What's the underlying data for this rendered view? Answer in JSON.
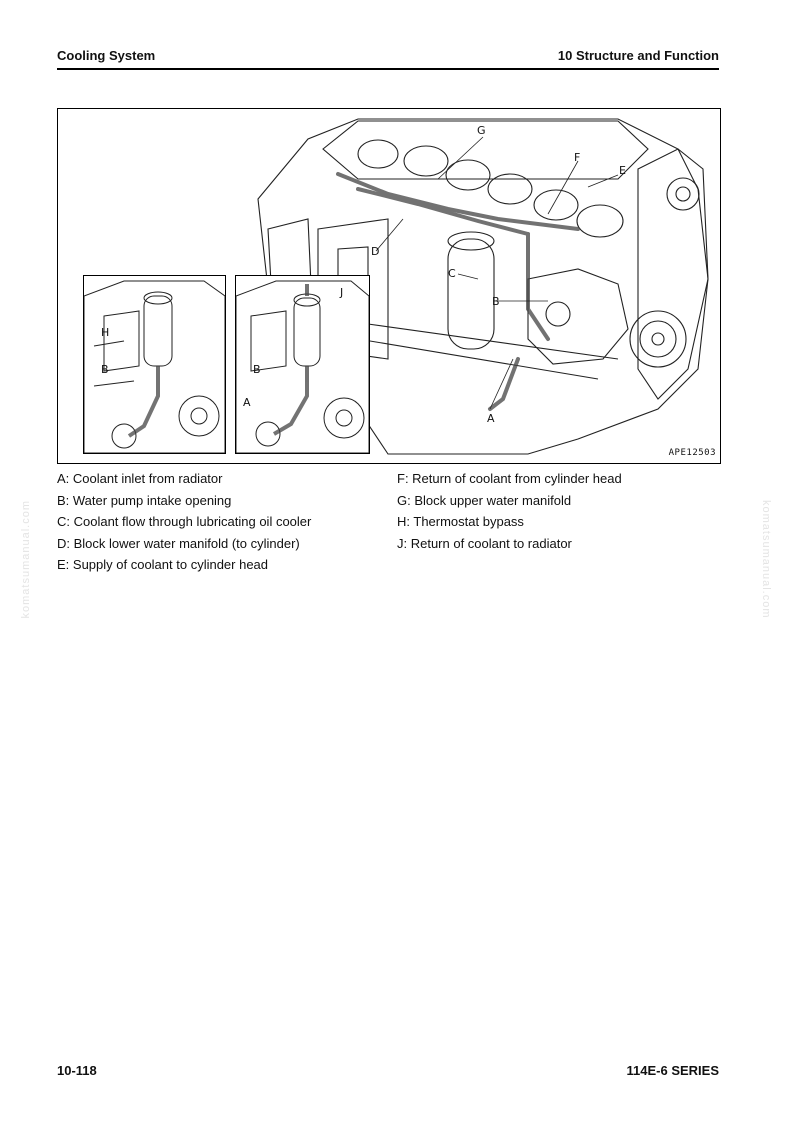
{
  "header": {
    "section": "Cooling System",
    "chapter": "10 Structure and Function"
  },
  "figure": {
    "code": "APE12503",
    "callouts": {
      "a": "A",
      "b": "B",
      "c": "C",
      "d": "D",
      "e": "E",
      "f": "F",
      "g": "G",
      "h": "H",
      "j": "J"
    }
  },
  "legend": {
    "left": [
      "A: Coolant inlet from radiator",
      "B: Water pump intake opening",
      "C: Coolant flow through lubricating oil cooler",
      "D: Block lower water manifold (to cylinder)",
      "E: Supply of coolant to cylinder head"
    ],
    "right": [
      "F: Return of coolant from cylinder head",
      "G: Block upper water manifold",
      "H: Thermostat bypass",
      "J: Return of coolant to radiator"
    ]
  },
  "watermark": "komatsumanual.com",
  "footer": {
    "page": "10-118",
    "series": "114E-6 SERIES"
  }
}
